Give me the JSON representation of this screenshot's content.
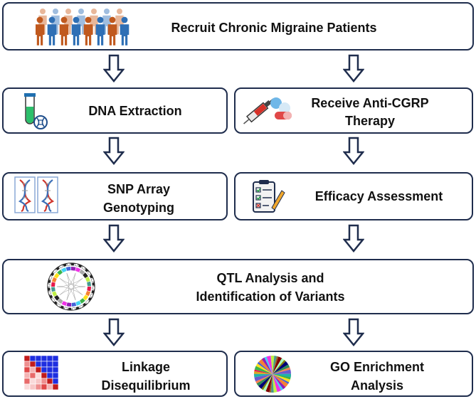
{
  "steps": {
    "recruit": "Recruit Chronic Migraine Patients",
    "dna": "DNA Extraction",
    "therapy_line1": "Receive Anti-CGRP",
    "therapy_line2": "Therapy",
    "snp_line1": "SNP Array",
    "snp_line2": "Genotyping",
    "efficacy": "Efficacy Assessment",
    "qtl_line1": "QTL Analysis and",
    "qtl_line2": "Identification of  Variants",
    "ld_line1": "Linkage",
    "ld_line2": "Disequilibrium",
    "go_line1": "GO Enrichment",
    "go_line2": "Analysis"
  },
  "colors": {
    "border": "#1f2d4d",
    "person_orange": "#c0591e",
    "person_blue": "#2e6fb5",
    "arrow": "#1f2d4d"
  },
  "icons": {
    "recruit": "people-group-icon",
    "dna": "test-tube-icon",
    "therapy": "syringe-pills-icon",
    "snp": "dna-helix-icon",
    "efficacy": "checklist-icon",
    "qtl": "circos-plot-icon",
    "ld": "ld-heatmap-icon",
    "go": "pie-chart-icon"
  }
}
